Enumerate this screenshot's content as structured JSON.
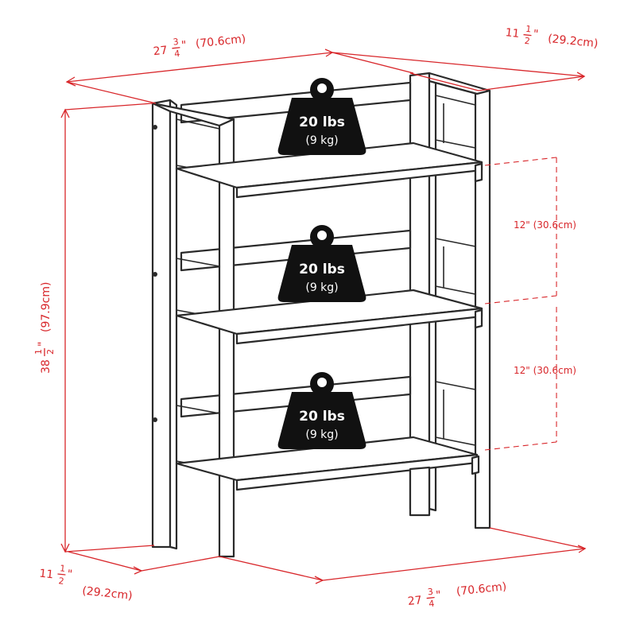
{
  "colors": {
    "dimension": "#d8262a",
    "outline": "#2a2a2a",
    "weight_fill": "#111111",
    "background": "#ffffff"
  },
  "dimensions": {
    "top_width": {
      "whole": "27",
      "num": "3",
      "den": "4",
      "unit": "\"",
      "metric": "(70.6cm)"
    },
    "top_depth": {
      "whole": "11",
      "num": "1",
      "den": "2",
      "unit": "\"",
      "metric": "(29.2cm)"
    },
    "height": {
      "whole": "38",
      "num": "1",
      "den": "2",
      "unit": "\"",
      "metric": "(97.9cm)"
    },
    "bottom_depth": {
      "whole": "11",
      "num": "1",
      "den": "2",
      "unit": "\"",
      "metric": "(29.2cm)"
    },
    "bottom_width": {
      "whole": "27",
      "num": "3",
      "den": "4",
      "unit": "\"",
      "metric": "(70.6cm)"
    },
    "shelf_gap_upper": "12\" (30.6cm)",
    "shelf_gap_lower": "12\" (30.6cm)"
  },
  "weights": [
    {
      "main": "20 lbs",
      "sub": "(9 kg)"
    },
    {
      "main": "20 lbs",
      "sub": "(9 kg)"
    },
    {
      "main": "20 lbs",
      "sub": "(9 kg)"
    }
  ],
  "icons": {
    "weight": "weight-icon"
  }
}
